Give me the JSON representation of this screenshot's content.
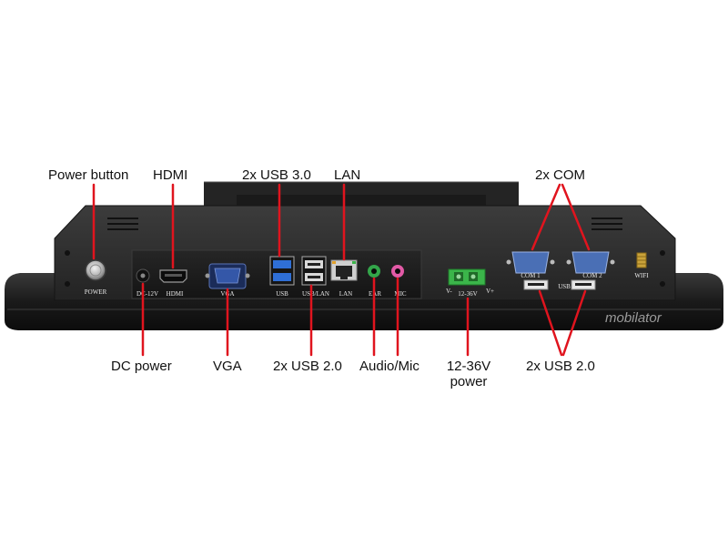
{
  "callouts": {
    "power_button": "Power button",
    "hdmi": "HDMI",
    "usb30": "2x USB 3.0",
    "lan": "LAN",
    "com": "2x COM",
    "dc_power": "DC power",
    "vga": "VGA",
    "usb20_left": "2x USB 2.0",
    "audio_mic": "Audio/Mic",
    "v_power_line1": "12-36V",
    "v_power_line2": "power",
    "usb20_right": "2x USB 2.0"
  },
  "silkscreen": {
    "power": "POWER",
    "dc": "DC-12V",
    "hdmi": "HDMI",
    "vga": "VGA",
    "usb": "USB",
    "usb_lan": "USB/LAN",
    "lan": "LAN",
    "ear": "EAR",
    "mic": "MIC",
    "vminus": "V-",
    "range": "12-36V",
    "vplus": "V+",
    "com1": "COM 1",
    "com2": "COM 2",
    "usb_right": "USB",
    "wifi": "WIFI"
  },
  "watermark": "mobilator",
  "colors": {
    "callout_line": "#e0141e",
    "chassis": "#2a2a2a",
    "panel": "#1c1c1c",
    "usb3_blue": "#2f6fd6",
    "vga_blue": "#3457a8",
    "com_blue": "#4a6fb5",
    "audio_green": "#33a54a",
    "mic_pink": "#e25aa6",
    "terminal_green": "#3bb54a"
  }
}
